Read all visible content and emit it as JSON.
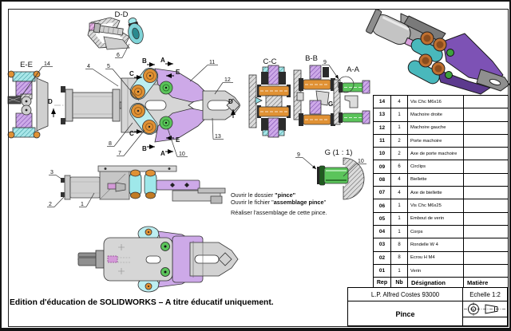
{
  "colors": {
    "machoire_purple": "#cda9e8",
    "biellette_cyan": "#bceef0",
    "axe_orange": "#e09134",
    "axe_green": "#5bc45b",
    "vis_pink": "#d49ad8",
    "body_gray": "#d6d6d6"
  },
  "drawing": {
    "views": {
      "dd": "D-D",
      "ee": "E-E",
      "cc": "C-C",
      "bb": "B-B",
      "aa": "A-A",
      "g_detail": "G (1 : 1)",
      "g_letter": "G"
    },
    "section_letters": {
      "a": "A",
      "b": "B",
      "c": "C",
      "d": "D",
      "e": "E"
    },
    "balloons": {
      "n1": "1",
      "n2": "2",
      "n3": "3",
      "n4": "4",
      "n5": "5",
      "n6": "6",
      "n7": "7",
      "n8": "8",
      "n9": "9",
      "n10": "10",
      "n11": "11",
      "n12": "12",
      "n13": "13",
      "n14": "14"
    }
  },
  "instructions": {
    "line1_prefix": "Ouvrir le dossier ",
    "line1_bold": "\"pince\"",
    "line2_prefix": "Ouvrir le fichier \"",
    "line2_bold": "assemblage pince",
    "line2_suffix": "\"",
    "line3": "Réaliser l'assemblage de cette pince."
  },
  "parts_table": {
    "headers": [
      "Rep",
      "Nb",
      "Désignation",
      "Matière"
    ],
    "rows": [
      [
        "14",
        "4",
        "Vis Chc M6x16",
        ""
      ],
      [
        "13",
        "1",
        "Machoire droite",
        ""
      ],
      [
        "12",
        "1",
        "Machoire gauche",
        ""
      ],
      [
        "11",
        "2",
        "Porte machoire",
        ""
      ],
      [
        "10",
        "2",
        "Axe de porte machoire",
        ""
      ],
      [
        "09",
        "6",
        "Circlips",
        ""
      ],
      [
        "08",
        "4",
        "Biellette",
        ""
      ],
      [
        "07",
        "4",
        "Axe de biellette",
        ""
      ],
      [
        "06",
        "1",
        "Vis Chc M6x25",
        ""
      ],
      [
        "05",
        "1",
        "Embout de verin",
        ""
      ],
      [
        "04",
        "1",
        "Corps",
        ""
      ],
      [
        "03",
        "8",
        "Rondelle W 4",
        ""
      ],
      [
        "02",
        "8",
        "Ecrou H M4",
        ""
      ],
      [
        "01",
        "1",
        "Verin",
        ""
      ]
    ]
  },
  "title_block": {
    "school": "L.P. Alfred Costes 93000",
    "scale": "Echelle 1:2",
    "title": "Pince"
  },
  "footer": {
    "note": "Edition d'éducation de SOLIDWORKS – A titre éducatif uniquement."
  }
}
